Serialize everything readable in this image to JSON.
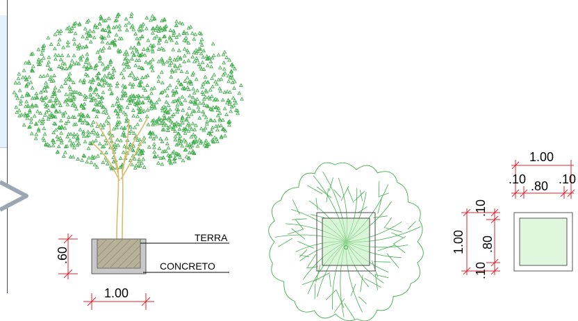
{
  "elevation": {
    "labels": {
      "terra": "TERRA",
      "concreto": "CONCRETO"
    },
    "dimensions": {
      "height": ".60",
      "width": "1.00"
    }
  },
  "detail": {
    "dimensions": {
      "top_total": "1.00",
      "top_left": ".10",
      "top_mid": ".80",
      "top_right": ".10",
      "side_total": "1.00",
      "side_top": ".10",
      "side_mid": ".80",
      "side_bottom": ".10"
    }
  },
  "colors": {
    "foliage": "#3fae4a",
    "trunk": "#d9b96a",
    "planter_fill": "#dff7dc",
    "dimension": "#e0202a",
    "concrete": "#c8c8c8",
    "soil": "#b7b19a"
  }
}
